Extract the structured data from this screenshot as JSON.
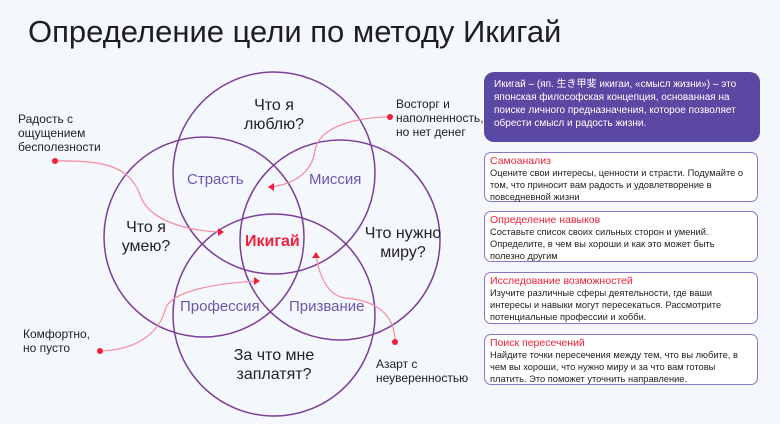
{
  "title": "Определение цели по методу Икигай",
  "diagram": {
    "circles": [
      {
        "label": "Что я люблю?"
      },
      {
        "label": "Что я умею?"
      },
      {
        "label": "Что нужно миру?"
      },
      {
        "label": "За что мне заплатят?"
      }
    ],
    "intersections": {
      "passion": "Страсть",
      "mission": "Миссия",
      "profession": "Профессия",
      "vocation": "Призвание",
      "center": "Икигай"
    },
    "annotations": [
      {
        "text": "Радость с ощущением бесполезности"
      },
      {
        "text": "Восторг и наполненность, но нет денег"
      },
      {
        "text": "Комфортно, но пусто"
      },
      {
        "text": "Азарт с неуверенностью"
      }
    ],
    "colors": {
      "circle": "#7a3f9a",
      "accent": "#f0203a",
      "intersection_text": "#6b55b0"
    }
  },
  "panel": {
    "intro": "Икигай – (яп. 生き甲斐 икигаи, «смысл жизни») – это японская философская концепция, основанная на поиске личного предназначения, которое позволяет обрести смысл и радость жизни.",
    "cards": [
      {
        "heading": "Самоанализ",
        "text": "Оцените свои интересы, ценности и страсти. Подумайте о том, что приносит вам радость и удовлетворение в повседневной жизни"
      },
      {
        "heading": "Определение навыков",
        "text": "Составьте список своих сильных сторон и умений. Определите, в чем вы хороши и как это может быть полезно другим"
      },
      {
        "heading": "Исследование возможностей",
        "text": "Изучите различные сферы деятельности, где ваши интересы и навыки могут пересекаться. Рассмотрите потенциальные профессии и хобби."
      },
      {
        "heading": "Поиск пересечений",
        "text": "Найдите точки пересечения между тем, что вы любите, в чем вы хороши, что нужно миру и за что вам готовы платить. Это поможет уточнить направление."
      }
    ]
  }
}
